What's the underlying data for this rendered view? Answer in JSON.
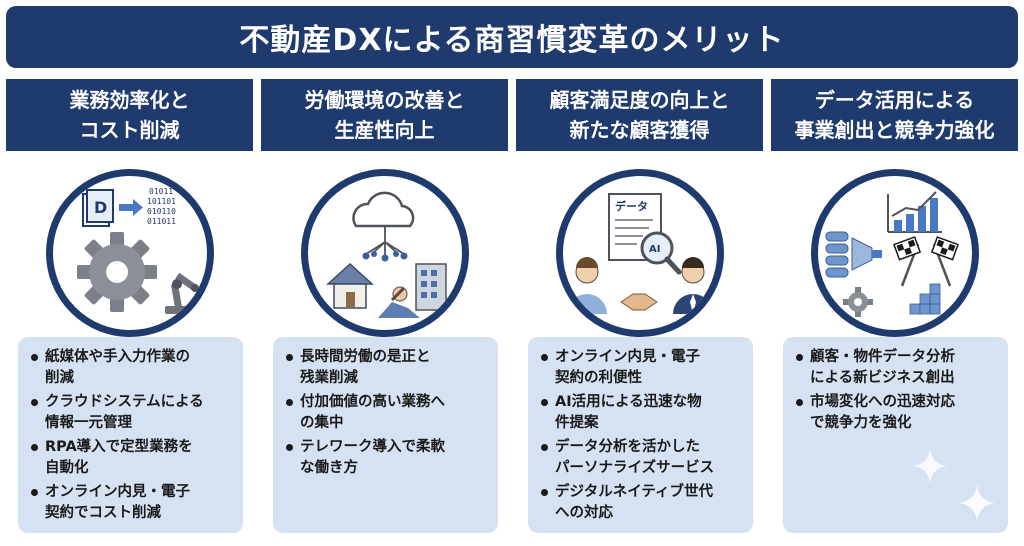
{
  "title": "不動産DXによる商習慣変革のメリット",
  "columns": [
    {
      "heading": [
        "業務効率化と",
        "コスト削減"
      ],
      "items": [
        [
          "紙媒体や手入力作業の",
          "削減"
        ],
        [
          "クラウドシステムによる",
          "情報一元管理"
        ],
        [
          "RPA導入で定型業務を",
          "自動化"
        ],
        [
          "オンライン内見・電子",
          "契約でコスト削減"
        ]
      ],
      "icon_labels": {
        "doc_letter": "D",
        "binary": [
          "01011",
          "101101",
          "010110",
          "011011"
        ]
      },
      "icons": [
        "document-icon",
        "arrow-icon",
        "binary-code-icon",
        "gear-icon",
        "robot-arm-icon"
      ]
    },
    {
      "heading": [
        "労働環境の改善と",
        "生産性向上"
      ],
      "items": [
        [
          "長時間労働の是正と",
          "残業削減"
        ],
        [
          "付加価値の高い業務へ",
          "の集中"
        ],
        [
          "テレワーク導入で柔軟",
          "な働き方"
        ]
      ],
      "icons": [
        "cloud-network-icon",
        "house-icon",
        "office-building-icon",
        "relaxing-person-icon"
      ]
    },
    {
      "heading": [
        "顧客満足度の向上と",
        "新たな顧客獲得"
      ],
      "items": [
        [
          "オンライン内見・電子",
          "契約の利便性"
        ],
        [
          "AI活用による迅速な物",
          "件提案"
        ],
        [
          "データ分析を活かした",
          "パーソナライズサービス"
        ],
        [
          "デジタルネイティブ世代",
          "への対応"
        ]
      ],
      "icon_labels": {
        "doc_label": "データ",
        "ai_label": "AI"
      },
      "icons": [
        "data-document-icon",
        "ai-magnifier-icon",
        "customer-icon",
        "handshake-icon",
        "agent-icon"
      ]
    },
    {
      "heading": [
        "データ活用による",
        "事業創出と競争力強化"
      ],
      "items": [
        [
          "顧客・物件データ分析",
          "による新ビジネス創出"
        ],
        [
          "市場変化への迅速対応",
          "で競争力を強化"
        ]
      ],
      "icons": [
        "bar-chart-icon",
        "database-funnel-icon",
        "checkered-flags-icon",
        "gear-icon",
        "blocks-icon"
      ]
    }
  ],
  "colors": {
    "navy": "#1f3a6d",
    "card_bg": "#d6e1f2",
    "white": "#ffffff"
  }
}
